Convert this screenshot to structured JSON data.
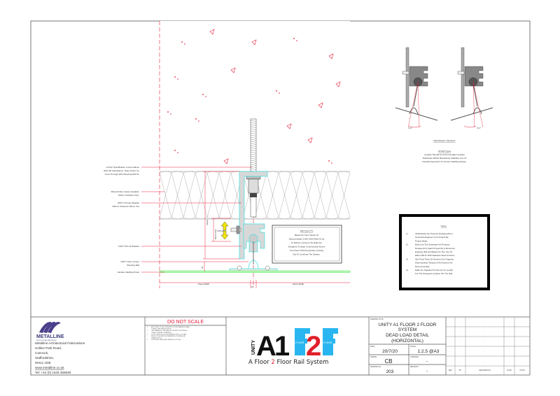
{
  "annotations": {
    "anchor": [
      "Anchor Specification In Accordance",
      "With SE Calculations. Note Anchor CL",
      "Lines Through With Sheeting Rail CL"
    ],
    "insulation": [
      "Mineral Fibre Cavity Insulation",
      "Shown Indicative Only."
    ],
    "primary_bracket": [
      "UNITY Primary Bracket",
      "±25mm Tolerance 50mm C/A"
    ],
    "link_bracket": "UNITY 85 Link Bracket",
    "sheeting_rail": [
      "UNITY Floor 2 Floor",
      "Sheeting Rail"
    ],
    "cladding_panel": "Facade Cladding Panel",
    "dim_varies": "Varies",
    "dim_slot": "50mm Slot",
    "dim_tolerance": "±25mm",
    "dim_25": "25",
    "dim_10": "10",
    "panel_width_left": "Panel Width",
    "panel_width_right": "Panel Width"
  },
  "rail_type_box": {
    "title": "Rail Type FT1",
    "lines": [
      "Based On Floor Spans Of",
      "Approximately 3.60m With Rails At Up",
      "To 600mm Centres The Rails Are",
      "Designed To Span Continuously Across",
      "Two Floors With Proprietary Jointing",
      "Clip To Continue The System."
    ]
  },
  "rotation": {
    "angle_left": "15.0°",
    "angle_right": "15.0°",
    "title": "Rail Rotation Tolerance",
    "subtitle": "All Rail Types",
    "lines": [
      "Angular Tolerances Accommodate Irregular",
      "Substrates Whilst Maintaining Cladding Line Or",
      "Facetted Approach To Curved Cladding Design."
    ]
  },
  "notes": {
    "title": "Notes:",
    "items": [
      {
        "num": "1)",
        "lines": [
          "All Brackets Are Purpose Designed By A",
          "Structural Engineer On A Project By",
          "Project Basis."
        ]
      },
      {
        "num": "2)",
        "lines": [
          "Bolts Into The Substrate Are Purpose",
          "Designed For Each Project By A Structural",
          "Engineer But Are Based On The Use Of",
          "Either M8 Or M10 Stainless Steel Anchors."
        ]
      },
      {
        "num": "3)",
        "lines": [
          "Site Proof Tests Of Anchors And Ongoing",
          "Workmanship Testing Of All Anchors Are",
          "Recommended."
        ]
      },
      {
        "num": "4)",
        "lines": [
          "Rails Are Supplied To Site Cut To Length",
          "For The Designed Location OF The Rail."
        ]
      }
    ]
  },
  "company": {
    "logo_text": "METALLINE",
    "logo_sub": "ARCHITECTURAL FABRICATIONS",
    "address": [
      "Metalline Architectural Fabrications",
      "Hollies Park Road,",
      "Cannock,",
      "Staffordshire,",
      "WS11 1DB"
    ],
    "website": "www.metalline.co.uk",
    "phone": "Tel: +44 (0) 1543 456930"
  },
  "disclaimer": {
    "heading": "DO NOT SCALE",
    "items": [
      {
        "num": "1.",
        "lines": [
          "ANY DOUBT OF THE CONTENTS OF THIS DRAWING PLEASE",
          "CONTACT THE DESIGN OFFICE."
        ]
      },
      {
        "num": "2.",
        "lines": [
          "THIS DRAWING TO BE READ IN CONJUNCTION WITH ALL",
          "OTHER CONTRACT DRAWINGS."
        ]
      },
      {
        "num": "3.",
        "lines": [
          "DO NOT REPRODUCE THIS DRAWING IN FULL OR PART",
          "WITHOUT THE WRITTEN PERMISSION OF METALLINE",
          "(CANNOCK) LTD."
        ]
      },
      {
        "num": "4.",
        "lines": [
          "COPYRIGHT METALLINE (CANNOCK) LTD 2020"
        ]
      }
    ]
  },
  "brand": {
    "unity": "UNITY",
    "a1": "A1",
    "f_left": "F",
    "two": "2",
    "f_right": "F",
    "floor_left": "FLOOR",
    "floor_right": "FLOOR",
    "tagline_1": "A Floor ",
    "tagline_2": "2",
    "tagline_3": " Floor Rail System",
    "colors": {
      "black": "#111111",
      "blue": "#29b6f0",
      "red": "#e0202a"
    }
  },
  "title_block": {
    "drawing_title_label": "DRAWING TITLE",
    "drawing_title": [
      "UNITY A1 FLOOR 2 FLOOR",
      "SYSTEM",
      "DEAD LOAD DETAIL",
      "(HORIZONTAL)"
    ],
    "date_label": "DATE",
    "date": "20/7/20",
    "scale_label": "SCALE",
    "scale": "1:2.5 @A3",
    "drawn_label": "DRAWN",
    "drawn": "CB",
    "checked_label": "CHECKED",
    "checked": "-",
    "drawing_no_label": "DRAWING No.",
    "drawing_no": "203",
    "revision_label": "REVISION",
    "revision": "-"
  },
  "revision_table": {
    "headers": [
      "REV",
      "BY",
      "DESCRIPTION",
      "DATE",
      "CH'KD"
    ],
    "rows": [
      [
        "-",
        "-",
        "-",
        "-",
        "-"
      ],
      [
        "-",
        "-",
        "-",
        "-",
        "-"
      ],
      [
        "-",
        "-",
        "-",
        "-",
        "-"
      ],
      [
        "-",
        "-",
        "-",
        "-",
        "-"
      ],
      [
        "-",
        "-",
        "-",
        "-",
        "-"
      ]
    ]
  },
  "colors": {
    "dimension": "#e8203a",
    "steel": "#40e0e0",
    "cladding": "#66ee66",
    "tolerance_arrow": "#f2e600"
  }
}
